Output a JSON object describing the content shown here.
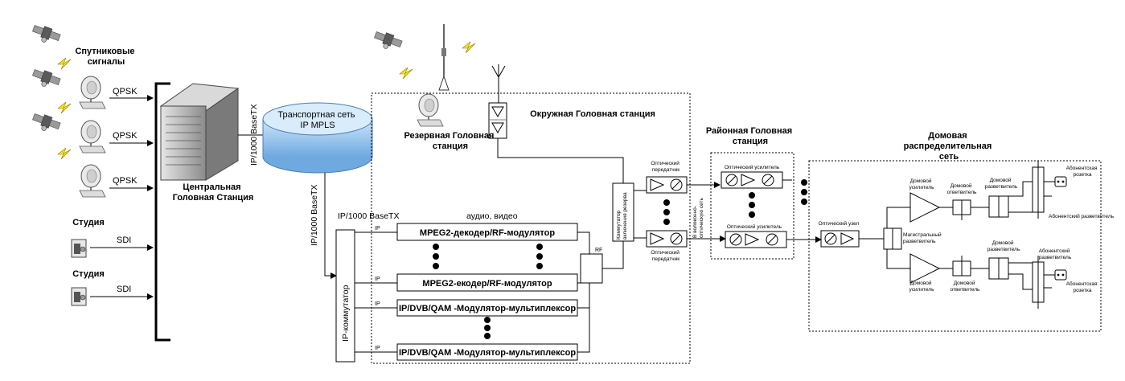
{
  "left": {
    "satellite_signals": [
      "Спутниковые",
      "сигналы"
    ],
    "qpsk": [
      "QPSK",
      "QPSK",
      "QPSK"
    ],
    "studio": [
      "Студия",
      "Студия"
    ],
    "sdi": [
      "SDI",
      "SDI"
    ],
    "central_headend": [
      "Центральная",
      "Головная Станция"
    ],
    "link_ip1000_top": "IP/1000 BaseTX",
    "link_ip1000_down": "IP/1000 BaseTX"
  },
  "transport": {
    "line1": "Транспортная сеть",
    "line2": "IP MPLS"
  },
  "district": {
    "title": "Окружная Головная станция",
    "reserve": [
      "Резервная Головная",
      "станция"
    ],
    "ip_label": "IP/1000 BaseTX",
    "audio_video": "аудио, видео",
    "ip_switch": "IP-коммутатор",
    "ip_tags": [
      "IP",
      "IP",
      "IP",
      "IP"
    ],
    "rf": "RF",
    "mod1": "MPEG2-декодер/RF-модулятор",
    "mod2": "MPEG2-екодер/RF-модулятор",
    "mod3": "IP/DVB/QAM -Модулятор-мультиплексор",
    "mod4": "IP/DVB/QAM -Модулятор-мультиплексор",
    "switch_reserve": [
      "Коммутатор",
      "включения резерва"
    ],
    "opt_tx_top": [
      "Оптический",
      "передатчик"
    ],
    "opt_tx_bottom": [
      "Оптический",
      "передатчик"
    ],
    "to_fiber": [
      "В волоконно-",
      "оптическую сеть"
    ]
  },
  "regional": {
    "title": [
      "Районная Головная",
      "станция"
    ],
    "amp_top": "Оптический усилитель",
    "amp_bottom": "Оптический усилитель"
  },
  "house": {
    "title": [
      "Домовая",
      "распределительная",
      "сеть"
    ],
    "optical_node": "Оптический узел",
    "trunk_splitter": [
      "Магистральный",
      "разветвитель"
    ],
    "house_amp_top": [
      "Домовой",
      "усилитель"
    ],
    "house_amp_bottom": [
      "Домовой",
      "усилитель"
    ],
    "house_tap_top": [
      "Домовой",
      "ответвитель"
    ],
    "house_tap_bottom": [
      "Домовой",
      "ответвитель"
    ],
    "house_split_top": [
      "Домовой",
      "разветвитель"
    ],
    "house_split_bottom": [
      "Домовой",
      "разветвитель"
    ],
    "sub_splitter_top": "Абонентский разветвитель",
    "sub_splitter_bottom": [
      "Абонентский",
      "разветвитель"
    ],
    "socket_top": [
      "Абонентская",
      "розетка"
    ],
    "socket_bottom": [
      "Абонентская",
      "розетка"
    ]
  }
}
